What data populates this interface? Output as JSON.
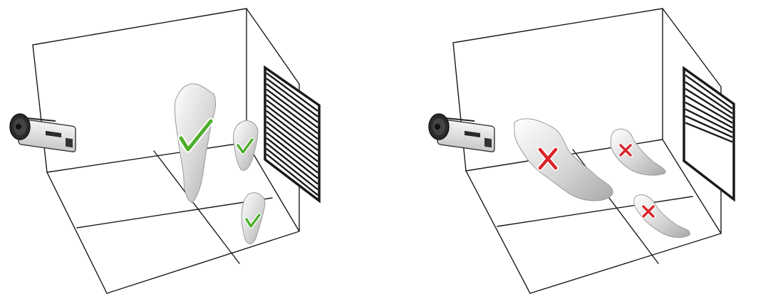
{
  "panels": [
    {
      "id": "good",
      "result": "check",
      "mark_color": "#4cae2b"
    },
    {
      "id": "bad",
      "result": "cross",
      "mark_color": "#d9242b"
    }
  ],
  "icons": [
    "camera-icon",
    "check-icon",
    "cross-icon"
  ]
}
